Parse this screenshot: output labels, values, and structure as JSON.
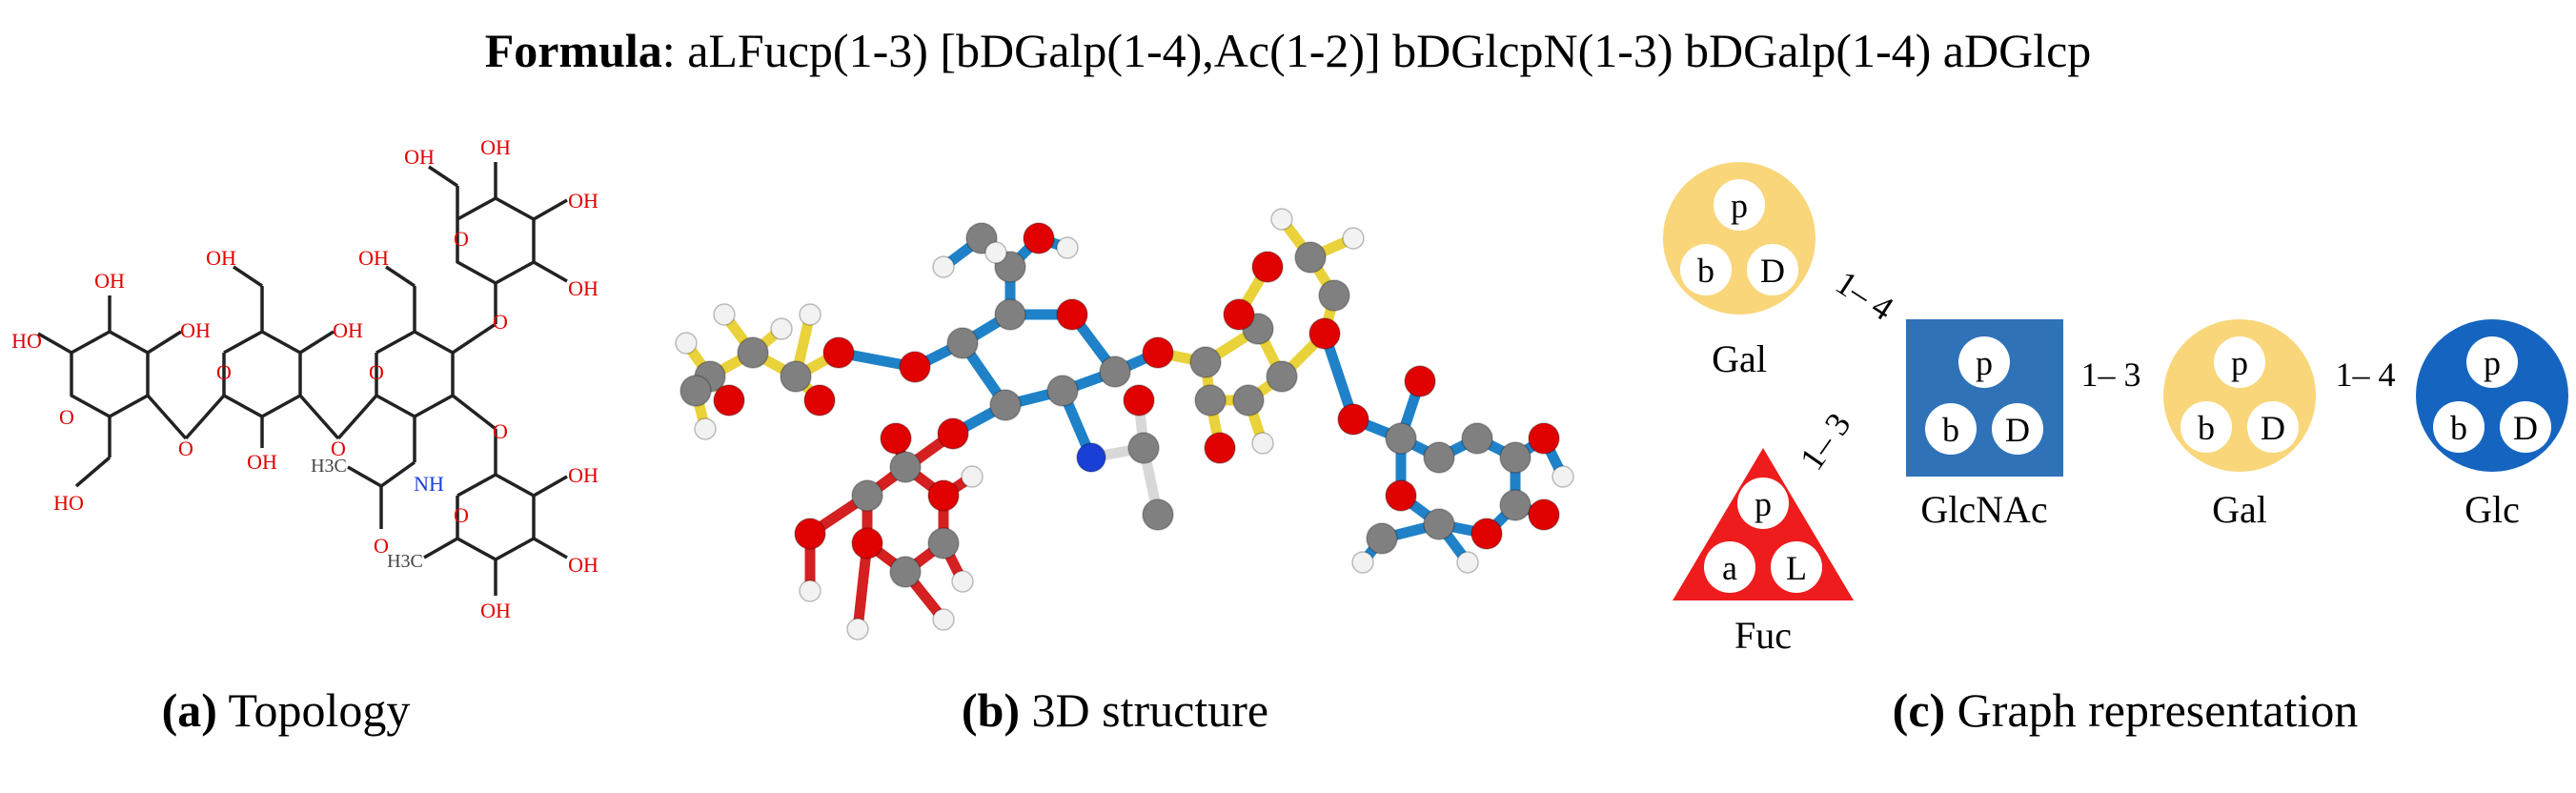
{
  "formula": {
    "label": "Formula",
    "sep": ": ",
    "value": "aLFucp(1-3) [bDGalp(1-4),Ac(1-2)] bDGlcpN(1-3) bDGalp(1-4) aDGlcp"
  },
  "captions": {
    "a": {
      "tag": "(a)",
      "text": " Topology"
    },
    "b": {
      "tag": "(b)",
      "text": " 3D structure"
    },
    "c": {
      "tag": "(c)",
      "text": " Graph representation"
    }
  },
  "topology": {
    "oh_label": "OH",
    "ho_label": "HO",
    "o_label": "O",
    "nh_label": "NH",
    "acetyl_label": "H3C",
    "methyl_label": "H3C"
  },
  "graph": {
    "nodes": [
      {
        "name": "Gal",
        "shape": "circle",
        "color": "#F9D67A",
        "ring": "p",
        "anomer": "b",
        "config": "D"
      },
      {
        "name": "Fuc",
        "shape": "triangle",
        "color": "#EE1C1C",
        "ring": "p",
        "anomer": "a",
        "config": "L"
      },
      {
        "name": "GlcNAc",
        "shape": "square",
        "color": "#2F72B8",
        "ring": "p",
        "anomer": "b",
        "config": "D"
      },
      {
        "name": "Gal",
        "shape": "circle",
        "color": "#F9D67A",
        "ring": "p",
        "anomer": "b",
        "config": "D"
      },
      {
        "name": "Glc",
        "shape": "circle",
        "color": "#1565C0",
        "ring": "p",
        "anomer": "b",
        "config": "D"
      }
    ],
    "edges": [
      {
        "label": "1– 4"
      },
      {
        "label": "1– 3"
      },
      {
        "label": "1– 3"
      },
      {
        "label": "1– 4"
      }
    ]
  },
  "colors": {
    "oxygen": "#e00000",
    "carbon": "#808080",
    "hydrogen": "#f2f2f2",
    "nitrogen": "#1a3fd6",
    "bond_yellow": "#e9d23a",
    "bond_blue": "#1f82c9",
    "bond_red": "#d42020",
    "bond_grey": "#d8d8d8"
  }
}
